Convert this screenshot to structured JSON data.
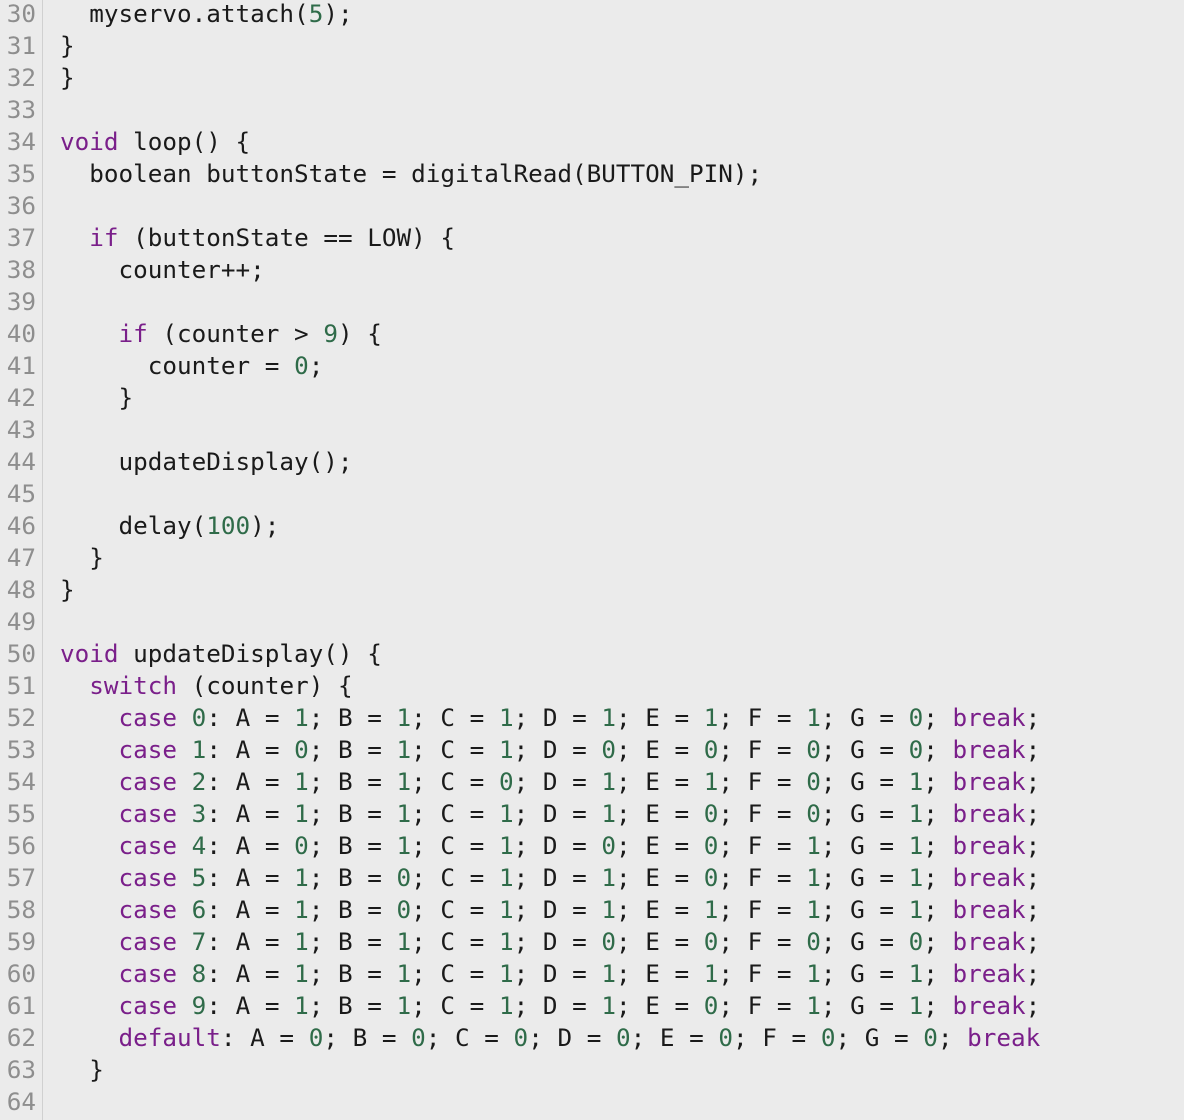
{
  "editor": {
    "colors": {
      "background": "#ebebeb",
      "line_number": "#8e8e8e",
      "text": "#1a1a1a",
      "keyword": "#7a1f8a",
      "number": "#2f6b49"
    },
    "lines": [
      {
        "no": "30",
        "tokens": [
          {
            "t": "  myservo.attach("
          },
          {
            "t": "5",
            "c": "num"
          },
          {
            "t": ");"
          }
        ]
      },
      {
        "no": "31",
        "tokens": [
          {
            "t": "}"
          }
        ]
      },
      {
        "no": "32",
        "tokens": [
          {
            "t": "}"
          }
        ]
      },
      {
        "no": "33",
        "tokens": []
      },
      {
        "no": "34",
        "tokens": [
          {
            "t": "void",
            "c": "kw"
          },
          {
            "t": " loop() {"
          }
        ]
      },
      {
        "no": "35",
        "tokens": [
          {
            "t": "  boolean buttonState = digitalRead(BUTTON_PIN);"
          }
        ]
      },
      {
        "no": "36",
        "tokens": []
      },
      {
        "no": "37",
        "tokens": [
          {
            "t": "  "
          },
          {
            "t": "if",
            "c": "kw"
          },
          {
            "t": " (buttonState == LOW) {"
          }
        ]
      },
      {
        "no": "38",
        "tokens": [
          {
            "t": "    counter++;"
          }
        ]
      },
      {
        "no": "39",
        "tokens": []
      },
      {
        "no": "40",
        "tokens": [
          {
            "t": "    "
          },
          {
            "t": "if",
            "c": "kw"
          },
          {
            "t": " (counter > "
          },
          {
            "t": "9",
            "c": "num"
          },
          {
            "t": ") {"
          }
        ]
      },
      {
        "no": "41",
        "tokens": [
          {
            "t": "      counter = "
          },
          {
            "t": "0",
            "c": "num"
          },
          {
            "t": ";"
          }
        ]
      },
      {
        "no": "42",
        "tokens": [
          {
            "t": "    }"
          }
        ]
      },
      {
        "no": "43",
        "tokens": []
      },
      {
        "no": "44",
        "tokens": [
          {
            "t": "    updateDisplay();"
          }
        ]
      },
      {
        "no": "45",
        "tokens": []
      },
      {
        "no": "46",
        "tokens": [
          {
            "t": "    delay("
          },
          {
            "t": "100",
            "c": "num"
          },
          {
            "t": ");"
          }
        ]
      },
      {
        "no": "47",
        "tokens": [
          {
            "t": "  }"
          }
        ]
      },
      {
        "no": "48",
        "tokens": [
          {
            "t": "}"
          }
        ]
      },
      {
        "no": "49",
        "tokens": []
      },
      {
        "no": "50",
        "tokens": [
          {
            "t": "void",
            "c": "kw"
          },
          {
            "t": " updateDisplay() {"
          }
        ]
      },
      {
        "no": "51",
        "tokens": [
          {
            "t": "  "
          },
          {
            "t": "switch",
            "c": "kw"
          },
          {
            "t": " (counter) {"
          }
        ]
      },
      {
        "no": "52",
        "tokens": [
          {
            "t": "    "
          },
          {
            "t": "case",
            "c": "kw"
          },
          {
            "t": " "
          },
          {
            "t": "0",
            "c": "num"
          },
          {
            "t": ": A = "
          },
          {
            "t": "1",
            "c": "num"
          },
          {
            "t": "; B = "
          },
          {
            "t": "1",
            "c": "num"
          },
          {
            "t": "; C = "
          },
          {
            "t": "1",
            "c": "num"
          },
          {
            "t": "; D = "
          },
          {
            "t": "1",
            "c": "num"
          },
          {
            "t": "; E = "
          },
          {
            "t": "1",
            "c": "num"
          },
          {
            "t": "; F = "
          },
          {
            "t": "1",
            "c": "num"
          },
          {
            "t": "; G = "
          },
          {
            "t": "0",
            "c": "num"
          },
          {
            "t": "; "
          },
          {
            "t": "break",
            "c": "kw"
          },
          {
            "t": ";"
          }
        ]
      },
      {
        "no": "53",
        "tokens": [
          {
            "t": "    "
          },
          {
            "t": "case",
            "c": "kw"
          },
          {
            "t": " "
          },
          {
            "t": "1",
            "c": "num"
          },
          {
            "t": ": A = "
          },
          {
            "t": "0",
            "c": "num"
          },
          {
            "t": "; B = "
          },
          {
            "t": "1",
            "c": "num"
          },
          {
            "t": "; C = "
          },
          {
            "t": "1",
            "c": "num"
          },
          {
            "t": "; D = "
          },
          {
            "t": "0",
            "c": "num"
          },
          {
            "t": "; E = "
          },
          {
            "t": "0",
            "c": "num"
          },
          {
            "t": "; F = "
          },
          {
            "t": "0",
            "c": "num"
          },
          {
            "t": "; G = "
          },
          {
            "t": "0",
            "c": "num"
          },
          {
            "t": "; "
          },
          {
            "t": "break",
            "c": "kw"
          },
          {
            "t": ";"
          }
        ]
      },
      {
        "no": "54",
        "tokens": [
          {
            "t": "    "
          },
          {
            "t": "case",
            "c": "kw"
          },
          {
            "t": " "
          },
          {
            "t": "2",
            "c": "num"
          },
          {
            "t": ": A = "
          },
          {
            "t": "1",
            "c": "num"
          },
          {
            "t": "; B = "
          },
          {
            "t": "1",
            "c": "num"
          },
          {
            "t": "; C = "
          },
          {
            "t": "0",
            "c": "num"
          },
          {
            "t": "; D = "
          },
          {
            "t": "1",
            "c": "num"
          },
          {
            "t": "; E = "
          },
          {
            "t": "1",
            "c": "num"
          },
          {
            "t": "; F = "
          },
          {
            "t": "0",
            "c": "num"
          },
          {
            "t": "; G = "
          },
          {
            "t": "1",
            "c": "num"
          },
          {
            "t": "; "
          },
          {
            "t": "break",
            "c": "kw"
          },
          {
            "t": ";"
          }
        ]
      },
      {
        "no": "55",
        "tokens": [
          {
            "t": "    "
          },
          {
            "t": "case",
            "c": "kw"
          },
          {
            "t": " "
          },
          {
            "t": "3",
            "c": "num"
          },
          {
            "t": ": A = "
          },
          {
            "t": "1",
            "c": "num"
          },
          {
            "t": "; B = "
          },
          {
            "t": "1",
            "c": "num"
          },
          {
            "t": "; C = "
          },
          {
            "t": "1",
            "c": "num"
          },
          {
            "t": "; D = "
          },
          {
            "t": "1",
            "c": "num"
          },
          {
            "t": "; E = "
          },
          {
            "t": "0",
            "c": "num"
          },
          {
            "t": "; F = "
          },
          {
            "t": "0",
            "c": "num"
          },
          {
            "t": "; G = "
          },
          {
            "t": "1",
            "c": "num"
          },
          {
            "t": "; "
          },
          {
            "t": "break",
            "c": "kw"
          },
          {
            "t": ";"
          }
        ]
      },
      {
        "no": "56",
        "tokens": [
          {
            "t": "    "
          },
          {
            "t": "case",
            "c": "kw"
          },
          {
            "t": " "
          },
          {
            "t": "4",
            "c": "num"
          },
          {
            "t": ": A = "
          },
          {
            "t": "0",
            "c": "num"
          },
          {
            "t": "; B = "
          },
          {
            "t": "1",
            "c": "num"
          },
          {
            "t": "; C = "
          },
          {
            "t": "1",
            "c": "num"
          },
          {
            "t": "; D = "
          },
          {
            "t": "0",
            "c": "num"
          },
          {
            "t": "; E = "
          },
          {
            "t": "0",
            "c": "num"
          },
          {
            "t": "; F = "
          },
          {
            "t": "1",
            "c": "num"
          },
          {
            "t": "; G = "
          },
          {
            "t": "1",
            "c": "num"
          },
          {
            "t": "; "
          },
          {
            "t": "break",
            "c": "kw"
          },
          {
            "t": ";"
          }
        ]
      },
      {
        "no": "57",
        "tokens": [
          {
            "t": "    "
          },
          {
            "t": "case",
            "c": "kw"
          },
          {
            "t": " "
          },
          {
            "t": "5",
            "c": "num"
          },
          {
            "t": ": A = "
          },
          {
            "t": "1",
            "c": "num"
          },
          {
            "t": "; B = "
          },
          {
            "t": "0",
            "c": "num"
          },
          {
            "t": "; C = "
          },
          {
            "t": "1",
            "c": "num"
          },
          {
            "t": "; D = "
          },
          {
            "t": "1",
            "c": "num"
          },
          {
            "t": "; E = "
          },
          {
            "t": "0",
            "c": "num"
          },
          {
            "t": "; F = "
          },
          {
            "t": "1",
            "c": "num"
          },
          {
            "t": "; G = "
          },
          {
            "t": "1",
            "c": "num"
          },
          {
            "t": "; "
          },
          {
            "t": "break",
            "c": "kw"
          },
          {
            "t": ";"
          }
        ]
      },
      {
        "no": "58",
        "tokens": [
          {
            "t": "    "
          },
          {
            "t": "case",
            "c": "kw"
          },
          {
            "t": " "
          },
          {
            "t": "6",
            "c": "num"
          },
          {
            "t": ": A = "
          },
          {
            "t": "1",
            "c": "num"
          },
          {
            "t": "; B = "
          },
          {
            "t": "0",
            "c": "num"
          },
          {
            "t": "; C = "
          },
          {
            "t": "1",
            "c": "num"
          },
          {
            "t": "; D = "
          },
          {
            "t": "1",
            "c": "num"
          },
          {
            "t": "; E = "
          },
          {
            "t": "1",
            "c": "num"
          },
          {
            "t": "; F = "
          },
          {
            "t": "1",
            "c": "num"
          },
          {
            "t": "; G = "
          },
          {
            "t": "1",
            "c": "num"
          },
          {
            "t": "; "
          },
          {
            "t": "break",
            "c": "kw"
          },
          {
            "t": ";"
          }
        ]
      },
      {
        "no": "59",
        "tokens": [
          {
            "t": "    "
          },
          {
            "t": "case",
            "c": "kw"
          },
          {
            "t": " "
          },
          {
            "t": "7",
            "c": "num"
          },
          {
            "t": ": A = "
          },
          {
            "t": "1",
            "c": "num"
          },
          {
            "t": "; B = "
          },
          {
            "t": "1",
            "c": "num"
          },
          {
            "t": "; C = "
          },
          {
            "t": "1",
            "c": "num"
          },
          {
            "t": "; D = "
          },
          {
            "t": "0",
            "c": "num"
          },
          {
            "t": "; E = "
          },
          {
            "t": "0",
            "c": "num"
          },
          {
            "t": "; F = "
          },
          {
            "t": "0",
            "c": "num"
          },
          {
            "t": "; G = "
          },
          {
            "t": "0",
            "c": "num"
          },
          {
            "t": "; "
          },
          {
            "t": "break",
            "c": "kw"
          },
          {
            "t": ";"
          }
        ]
      },
      {
        "no": "60",
        "tokens": [
          {
            "t": "    "
          },
          {
            "t": "case",
            "c": "kw"
          },
          {
            "t": " "
          },
          {
            "t": "8",
            "c": "num"
          },
          {
            "t": ": A = "
          },
          {
            "t": "1",
            "c": "num"
          },
          {
            "t": "; B = "
          },
          {
            "t": "1",
            "c": "num"
          },
          {
            "t": "; C = "
          },
          {
            "t": "1",
            "c": "num"
          },
          {
            "t": "; D = "
          },
          {
            "t": "1",
            "c": "num"
          },
          {
            "t": "; E = "
          },
          {
            "t": "1",
            "c": "num"
          },
          {
            "t": "; F = "
          },
          {
            "t": "1",
            "c": "num"
          },
          {
            "t": "; G = "
          },
          {
            "t": "1",
            "c": "num"
          },
          {
            "t": "; "
          },
          {
            "t": "break",
            "c": "kw"
          },
          {
            "t": ";"
          }
        ]
      },
      {
        "no": "61",
        "tokens": [
          {
            "t": "    "
          },
          {
            "t": "case",
            "c": "kw"
          },
          {
            "t": " "
          },
          {
            "t": "9",
            "c": "num"
          },
          {
            "t": ": A = "
          },
          {
            "t": "1",
            "c": "num"
          },
          {
            "t": "; B = "
          },
          {
            "t": "1",
            "c": "num"
          },
          {
            "t": "; C = "
          },
          {
            "t": "1",
            "c": "num"
          },
          {
            "t": "; D = "
          },
          {
            "t": "1",
            "c": "num"
          },
          {
            "t": "; E = "
          },
          {
            "t": "0",
            "c": "num"
          },
          {
            "t": "; F = "
          },
          {
            "t": "1",
            "c": "num"
          },
          {
            "t": "; G = "
          },
          {
            "t": "1",
            "c": "num"
          },
          {
            "t": "; "
          },
          {
            "t": "break",
            "c": "kw"
          },
          {
            "t": ";"
          }
        ]
      },
      {
        "no": "62",
        "tokens": [
          {
            "t": "    "
          },
          {
            "t": "default",
            "c": "kw"
          },
          {
            "t": ": A = "
          },
          {
            "t": "0",
            "c": "num"
          },
          {
            "t": "; B = "
          },
          {
            "t": "0",
            "c": "num"
          },
          {
            "t": "; C = "
          },
          {
            "t": "0",
            "c": "num"
          },
          {
            "t": "; D = "
          },
          {
            "t": "0",
            "c": "num"
          },
          {
            "t": "; E = "
          },
          {
            "t": "0",
            "c": "num"
          },
          {
            "t": "; F = "
          },
          {
            "t": "0",
            "c": "num"
          },
          {
            "t": "; G = "
          },
          {
            "t": "0",
            "c": "num"
          },
          {
            "t": "; "
          },
          {
            "t": "break",
            "c": "kw"
          }
        ]
      },
      {
        "no": "63",
        "tokens": [
          {
            "t": "  }"
          }
        ]
      },
      {
        "no": "64",
        "tokens": []
      }
    ]
  }
}
